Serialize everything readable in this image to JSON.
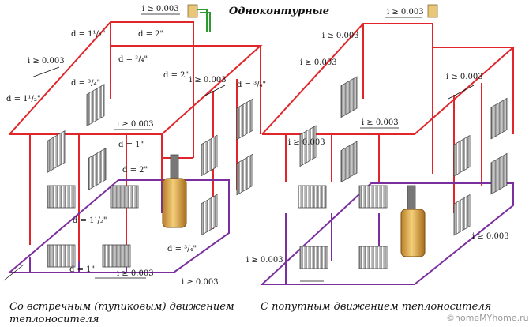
{
  "diagram": {
    "title": "Одноконтурные",
    "left_caption_line1": "Со встречным (тупиковым) движением",
    "left_caption_line2": "теплоносителя",
    "right_caption": "С попутным движением теплоносителя",
    "watermark": "©homeMYhome.ru",
    "left_labels": {
      "slope_top": "i ≥ 0.003",
      "d_top": "d = 2\"",
      "d_left_top": "d = 1¹/₂\"",
      "d_3_4_a": "d = ³/₄\"",
      "slope_left": "i ≥ 0.003",
      "d_3_4_b": "d = ³/₄\"",
      "d_left_mid": "d = 1¹/₂\"",
      "d_right_top": "d = 2\"",
      "slope_right": "i ≥ 0.003",
      "d_3_4_c": "d = ³/₄\"",
      "slope_mid": "i ≥ 0.003",
      "d_1": "d = 1\"",
      "d_2_low": "d = 2\"",
      "d_1_5_low": "d = 1¹/₂\"",
      "d_3_4_low": "d = ³/₄\"",
      "d_1_bottom": "d = 1\"",
      "slope_bottom": "i ≥ 0.003",
      "slope_bottom_right": "i ≥ 0.003"
    },
    "right_labels": {
      "slope_1": "i ≥ 0.003",
      "slope_2": "i ≥ 0.003",
      "slope_3": "i ≥ 0.003",
      "slope_4": "i ≥ 0.003",
      "slope_5": "i ≥ 0.003",
      "slope_6": "i ≥ 0.003",
      "slope_7": "i ≥ 0.003",
      "slope_8": "i ≥ 0.003"
    },
    "colors": {
      "supply": "#e0262b",
      "return": "#7b2f9e",
      "radiator": "#555555",
      "boiler": "#d9a441"
    }
  }
}
